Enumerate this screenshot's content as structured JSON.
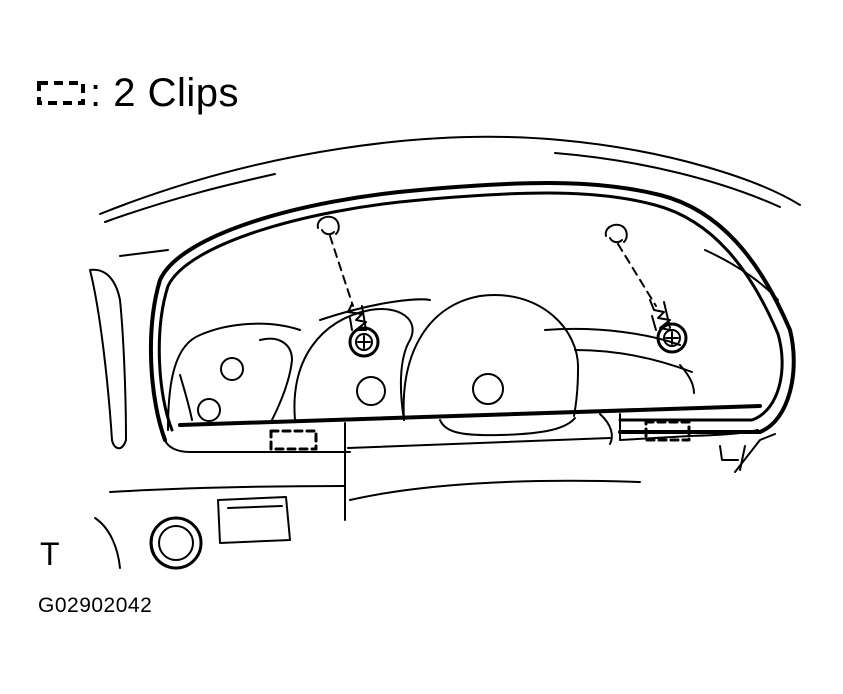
{
  "legend": {
    "symbol": "clip-symbol",
    "text": ": 2 Clips"
  },
  "labels": {
    "orientation": "T",
    "figure_code": "G02902042"
  },
  "colors": {
    "ink": "#000000",
    "paper": "#ffffff"
  }
}
